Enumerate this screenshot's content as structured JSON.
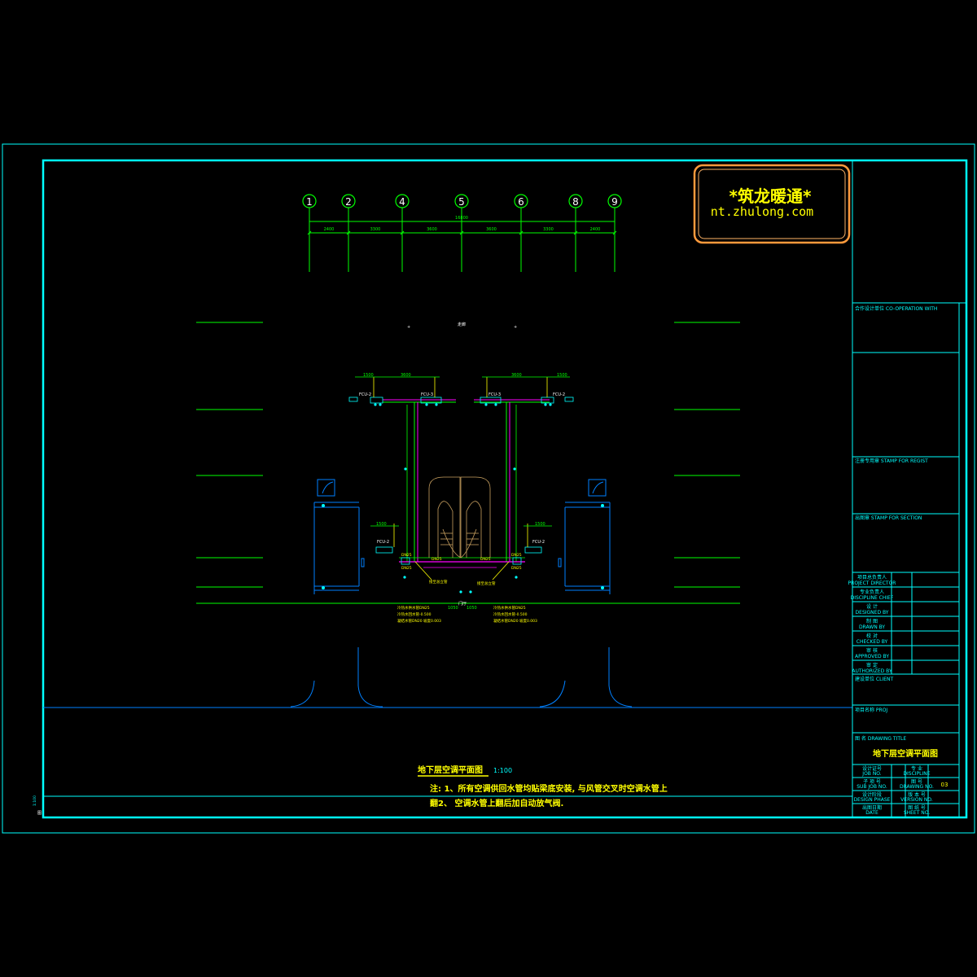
{
  "logo": {
    "line1": "*筑龙暖通*",
    "line2": "nt.zhulong.com"
  },
  "axes": {
    "labels": [
      "1",
      "2",
      "4",
      "5",
      "6",
      "8",
      "9"
    ],
    "total_dim": "16800",
    "spans": [
      "2400",
      "3300",
      "3600",
      "3600",
      "3300",
      "2400"
    ]
  },
  "plan": {
    "center_label": "走廊",
    "top_dims_left": [
      "1500",
      "3600"
    ],
    "top_dims_right": [
      "3600",
      "1500"
    ],
    "side_dims": [
      "1500",
      "1500"
    ],
    "fcu_labels": [
      "FCU-2",
      "FCU-3",
      "FCU-3",
      "FCU-2",
      "FCU-2",
      "FCU-2"
    ],
    "pipe_labels_left": [
      "DN25",
      "DN25",
      "DN25"
    ],
    "pipe_labels_right": [
      "DN25",
      "DN25",
      "DN25"
    ],
    "riser_left": "接至总立管",
    "riser_right": "接至总立管",
    "bottom_label": "门厅",
    "bottom_dims": [
      "1050",
      "1050"
    ],
    "legend_left": [
      "冷热水供水管DN25",
      "冷热水回水管-0.500",
      "凝结水管DN20 坡度0.003"
    ],
    "legend_right": [
      "冷热水供水管DN25",
      "冷热水回水管-0.500",
      "凝结水管DN20 坡度0.003"
    ]
  },
  "title": {
    "main": "地下层空调平面图",
    "scale": "1:100"
  },
  "notes": {
    "line1": "注: 1、所有空调供回水管均贴梁底安装, 与风管交叉时空调水管上",
    "line2": "翻2、  空调水管上翻后加自动放气阀."
  },
  "margin_note": {
    "line1": "1:100",
    "line2": "图"
  },
  "titleblock": {
    "coop_unit": "合作设计单位 CO-OPERATION WITH",
    "stamp_reg": "注册专用章 STAMP FOR REGIST",
    "stamp_sec": "出图章 STAMP FOR SECTION",
    "roles": [
      {
        "cn": "项目总负责人",
        "en": "PROJECT DIRECTOR"
      },
      {
        "cn": "专业负责人",
        "en": "DISCIPLINE CHIEF"
      },
      {
        "cn": "设 计",
        "en": "DESIGNED BY"
      },
      {
        "cn": "制 图",
        "en": "DRAWN BY"
      },
      {
        "cn": "校 对",
        "en": "CHECKED BY"
      },
      {
        "cn": "审 核",
        "en": "APPROVED BY"
      },
      {
        "cn": "审 定",
        "en": "AUTHORIZED BY"
      }
    ],
    "client": "建设单位 CLIENT",
    "project": "项目名称 PROJ",
    "drawing_title_label": "图 名 DRAWING TITLE",
    "drawing_title": "地下层空调平面图",
    "rows": [
      {
        "l1": "设计证号",
        "l2": "JOB NO.",
        "r1": "专 业",
        "r2": "DISCIPLINE",
        "v": ""
      },
      {
        "l1": "子 项 号",
        "l2": "SUB JOB NO.",
        "r1": "图 号",
        "r2": "DRAWING NO.",
        "v": "03"
      },
      {
        "l1": "设计阶段",
        "l2": "DESIGN PHASE",
        "r1": "版 本 号",
        "r2": "VERSION NO.",
        "v": ""
      },
      {
        "l1": "出图日期",
        "l2": "DATE",
        "r1": "图 纸 号",
        "r2": "SHEET NO.",
        "v": ""
      }
    ]
  }
}
